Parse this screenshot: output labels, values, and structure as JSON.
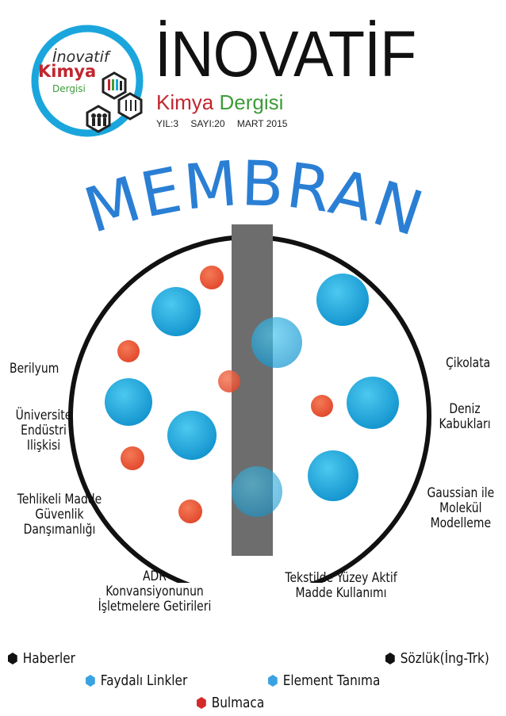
{
  "magazine": {
    "logo_text": {
      "line1": "İnovatif",
      "line2": "Kimya",
      "line3": "Dergisi"
    },
    "title": "İNOVATİF",
    "subtitle_kimya": "Kimya",
    "subtitle_dergisi": "Dergisi",
    "issue": {
      "year": "YIL:3",
      "number": "SAYI:20",
      "date": "MART 2015"
    }
  },
  "cover": {
    "headline": "MEMBRAN"
  },
  "topics": {
    "berilyum": "Berilyum",
    "universite": [
      "Üniversite",
      "Endüstri",
      "Ilişkisi"
    ],
    "tehlikeli": [
      "Tehlikeli Madde",
      "Güvenlik",
      "Danşımanlığı"
    ],
    "adr": [
      "ADR",
      "Konvansiyonunun",
      "İşletmelere Getirileri"
    ],
    "tekstil": [
      "Tekstilde Yüzey Aktif",
      "Madde Kullanımı"
    ],
    "cikolata": "Çikolata",
    "deniz": [
      "Deniz",
      "Kabukları"
    ],
    "gaussian": [
      "Gaussian ile",
      "Molekül",
      "Modelleme"
    ]
  },
  "sections": {
    "haberler": "Haberler",
    "sozluk": "Sözlük(İng-Trk)",
    "faydali": "Faydalı Linkler",
    "element": "Element Tanıma",
    "bulmaca": "Bulmaca"
  },
  "colors": {
    "kimya_red": "#c0262e",
    "dergisi_green": "#3e9b3a",
    "membrane_blue": "#2a7fd4",
    "sphere_blue": "#1aa6dc",
    "sphere_orange": "#ec5a3c",
    "hex_black": "#111111",
    "hex_blue": "#3aa2e0",
    "hex_red": "#d42a2a"
  }
}
